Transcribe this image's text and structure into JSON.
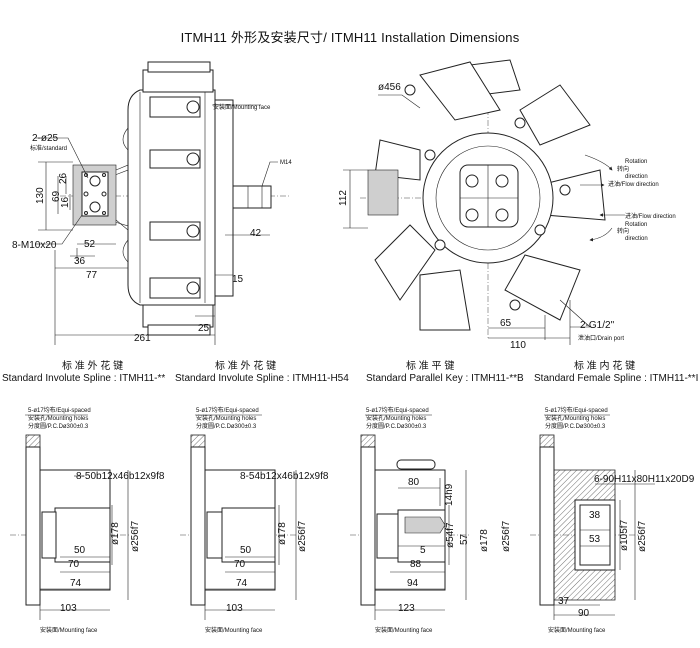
{
  "title": "ITMH11 外形及安装尺寸/ ITMH11 Installation Dimensions",
  "top_left": {
    "mounting_face": "安装面/Mounting face",
    "d25": "2-ø25",
    "standard": "标准/standard",
    "m14": "M14",
    "m10": "8-M10x20",
    "d130": "130",
    "d69": "69",
    "d26": "26",
    "d16": "16",
    "d52": "52",
    "d36": "36",
    "d77": "77",
    "d42": "42",
    "d15": "15",
    "d25b": "25",
    "d261": "261"
  },
  "top_right": {
    "d456": "ø456",
    "d112": "112",
    "rotation1": "Rotation",
    "rotation1b": "direction",
    "cn_rot1": "转向",
    "flow_in": "进油/Flow direction",
    "flow_out": "进油/Flow direction",
    "rotation2": "Rotation",
    "rotation2b": "direction",
    "cn_rot2": "转向",
    "g12": "2-G1/2\"",
    "drain": "泄油口/Drain port",
    "d65": "65",
    "d110": "110"
  },
  "panels": [
    {
      "cn": "标 准 外 花 键",
      "en": "Standard Involute Spline",
      "code": "ITMH11-**",
      "spec1": "5-ø17均布/Equi-spaced",
      "spec2": "安装孔/Mounting holes",
      "spec3": "分度圆/P.C.Dø300±0.3",
      "spline": "8-50b12x46b12x9f8",
      "d178": "ø178",
      "d256": "ø256f7",
      "a": "50",
      "b": "70",
      "c": "74",
      "d": "103",
      "mount": "安装面/Mounting face"
    },
    {
      "cn": "标 准 外 花 键",
      "en": "Standard Involute Spline",
      "code": "ITMH11-H54",
      "spec1": "5-ø17均布/Equi-spaced",
      "spec2": "安装孔/Mounting holes",
      "spec3": "分度圆/P.C.Dø300±0.3",
      "spline": "8-54b12x46b12x9f8",
      "d178": "ø178",
      "d256": "ø256f7",
      "a": "50",
      "b": "70",
      "c": "74",
      "d": "103",
      "mount": "安装面/Mounting face"
    },
    {
      "cn": "标 准 平 键",
      "en": "Standard Parallel Key",
      "code": "ITMH11-**B",
      "spec1": "5-ø17均布/Equi-spaced",
      "spec2": "安装孔/Mounting holes",
      "spec3": "分度圆/P.C.Dø300±0.3",
      "d80": "80",
      "d14h9": "14h9",
      "d54": "ø54f7",
      "d57": "57",
      "d178": "ø178",
      "d256": "ø256f7",
      "a": "5",
      "b": "88",
      "c": "94",
      "d": "123",
      "mount": "安装面/Mounting face"
    },
    {
      "cn": "标 准 内 花 键",
      "en": "Standard Female Spline",
      "code": "ITMH11-**I",
      "spec1": "5-ø17均布/Equi-spaced",
      "spec2": "安装孔/Mounting holes",
      "spec3": "分度圆/P.C.Dø300±0.3",
      "spline": "6-90H11x80H11x20D9",
      "d38": "38",
      "d53": "53",
      "d105": "ø105f7",
      "d256": "ø256f7",
      "a": "37",
      "b": "90",
      "mount": "安装面/Mounting face"
    }
  ]
}
